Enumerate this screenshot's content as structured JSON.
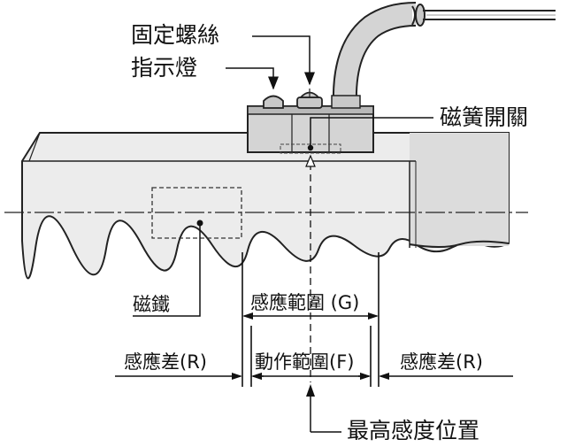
{
  "labels": {
    "fixing_screw": "固定螺絲",
    "indicator": "指示燈",
    "reed_switch": "磁簧開關",
    "magnet": "磁鐵",
    "sensing_range": "感應範圍 (G)",
    "hysteresis_left": "感應差(R)",
    "operating_range": "動作範圍(F)",
    "hysteresis_right": "感應差(R)",
    "max_sensitivity_position": "最高感度位置"
  }
}
